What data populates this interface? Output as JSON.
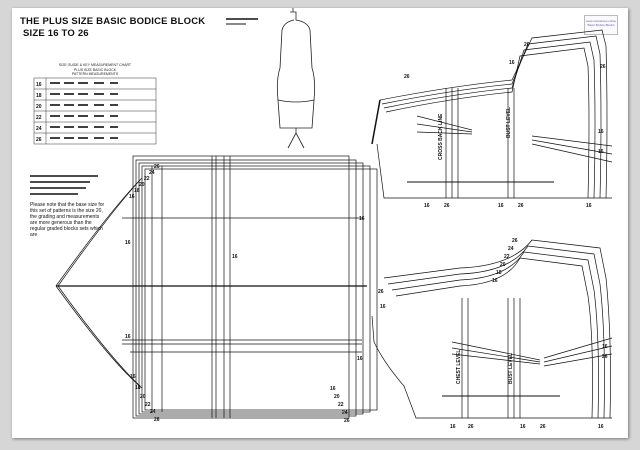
{
  "document": {
    "title_line1": "THE PLUS SIZE BASIC BODICE BLOCK",
    "title_line2": "SIZE 16 TO 26"
  },
  "logo": {
    "text": "www.cutandsew.online Basic Bodice Blocks"
  },
  "size_table": {
    "title": "SIZE GUIDE & KEY MEASUREMENT CHART",
    "subtitle": "PLUS SIZE BASIC BLOCK",
    "subtitle2": "PATTERN MEASUREMENTS",
    "sizes": [
      "16",
      "18",
      "20",
      "22",
      "24",
      "26"
    ]
  },
  "note": "Please note that the base size for this set of patterns is the size 20, the grading and measurements are more generous than the regular graded blocks sets which are",
  "labels": {
    "cross_back_line": "CROSS BACK LINE",
    "bust_level": "BUST LEVEL",
    "chest_level": "CHEST LEVEL",
    "size_16": "16",
    "size_18": "18",
    "size_20": "20",
    "size_22": "22",
    "size_24": "24",
    "size_26": "26"
  },
  "colors": {
    "paper": "#ffffff",
    "background": "#d6d6d6",
    "ink": "#111111"
  }
}
